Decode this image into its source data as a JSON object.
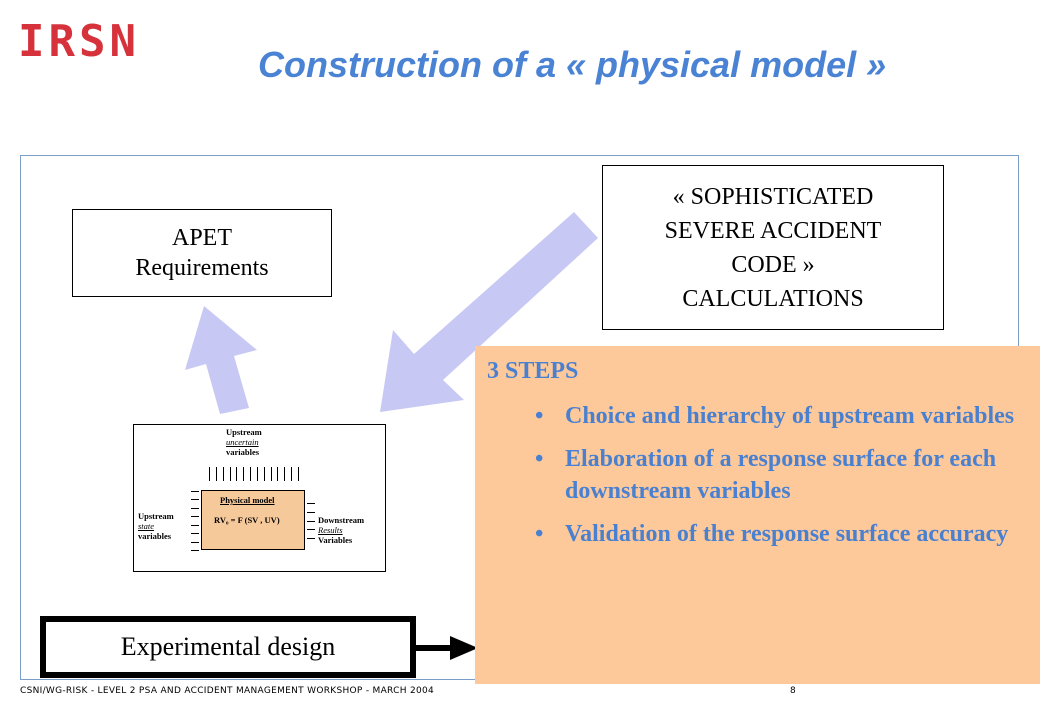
{
  "logo": {
    "text": "IRSN"
  },
  "title": "Construction of a « physical model »",
  "apet": {
    "line1": "APET",
    "line2": "Requirements"
  },
  "sophisticated": {
    "line1": "« SOPHISTICATED",
    "line2": "SEVERE ACCIDENT",
    "line3": "CODE »",
    "line4": "CALCULATIONS"
  },
  "physical_model": {
    "upstream_uncertain": [
      "Upstream",
      "uncertain",
      "variables"
    ],
    "upstream_state": [
      "Upstream",
      "state",
      "variables"
    ],
    "downstream": [
      "Downstream",
      "Results",
      "Variables"
    ],
    "core_title": "Physical model",
    "core_formula": "RV₀ = F (SV , UV)"
  },
  "experimental_design": "Experimental design",
  "steps": {
    "heading": "3 STEPS",
    "items": [
      "Choice and hierarchy of upstream variables",
      "Elaboration of a response surface for each downstream variables",
      "Validation of the response surface accuracy"
    ]
  },
  "footer": {
    "text": "CSNI/WG-RISK - LEVEL 2 PSA AND ACCIDENT MANAGEMENT WORKSHOP - MARCH 2004",
    "page": "8"
  },
  "colors": {
    "logo_red": "#d6323c",
    "title_blue": "#4a82d4",
    "arrow_lavender": "#c8c8f4",
    "panel_orange": "#fdc99a"
  }
}
